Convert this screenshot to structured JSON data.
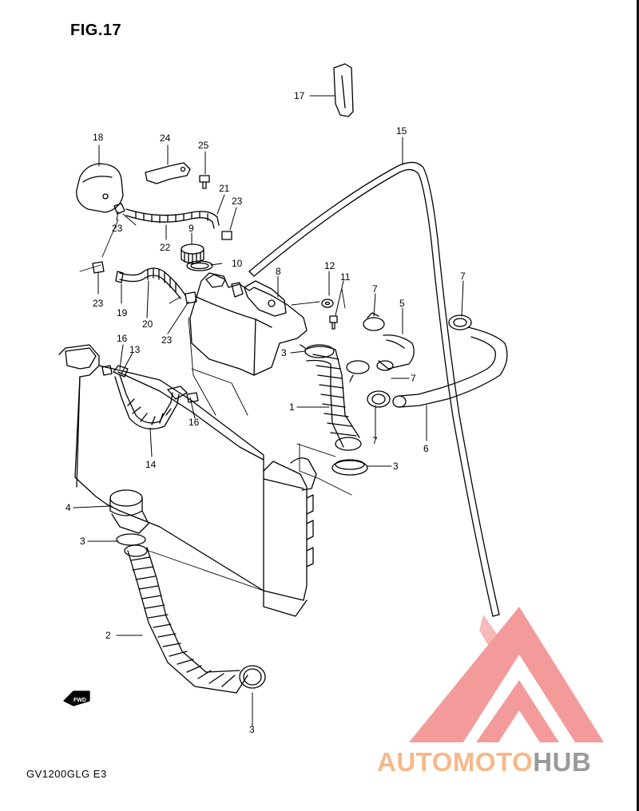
{
  "figure": {
    "title": "FIG.17",
    "model_code": "GV1200GLG  E3",
    "fwd_label": "FWD"
  },
  "callouts": [
    {
      "id": "c17",
      "text": "17"
    },
    {
      "id": "c15",
      "text": "15"
    },
    {
      "id": "c18",
      "text": "18"
    },
    {
      "id": "c24",
      "text": "24"
    },
    {
      "id": "c25",
      "text": "25"
    },
    {
      "id": "c21",
      "text": "21"
    },
    {
      "id": "c23a",
      "text": "23"
    },
    {
      "id": "c23b",
      "text": "23"
    },
    {
      "id": "c22",
      "text": "22"
    },
    {
      "id": "c9",
      "text": "9"
    },
    {
      "id": "c10",
      "text": "10"
    },
    {
      "id": "c23c",
      "text": "23"
    },
    {
      "id": "c19",
      "text": "19"
    },
    {
      "id": "c20",
      "text": "20"
    },
    {
      "id": "c23d",
      "text": "23"
    },
    {
      "id": "c8",
      "text": "8"
    },
    {
      "id": "c12",
      "text": "12"
    },
    {
      "id": "c11",
      "text": "11"
    },
    {
      "id": "c7a",
      "text": "7"
    },
    {
      "id": "c5",
      "text": "5"
    },
    {
      "id": "c7b",
      "text": "7"
    },
    {
      "id": "c7c",
      "text": "7"
    },
    {
      "id": "c7d",
      "text": "7"
    },
    {
      "id": "c3a",
      "text": "3"
    },
    {
      "id": "c1",
      "text": "1"
    },
    {
      "id": "c6",
      "text": "6"
    },
    {
      "id": "c16a",
      "text": "16"
    },
    {
      "id": "c13",
      "text": "13"
    },
    {
      "id": "c16b",
      "text": "16"
    },
    {
      "id": "c14",
      "text": "14"
    },
    {
      "id": "c3b",
      "text": "3"
    },
    {
      "id": "c4",
      "text": "4"
    },
    {
      "id": "c3c",
      "text": "3"
    },
    {
      "id": "c2",
      "text": "2"
    },
    {
      "id": "c3d",
      "text": "3"
    }
  ],
  "watermark": {
    "part1": "AUTOMOTO",
    "part2": "HUB"
  },
  "colors": {
    "ink": "#000000",
    "watermark_red": "#f28a8a",
    "watermark_orange": "#f5b98a",
    "watermark_gray": "#9a9a9a"
  }
}
